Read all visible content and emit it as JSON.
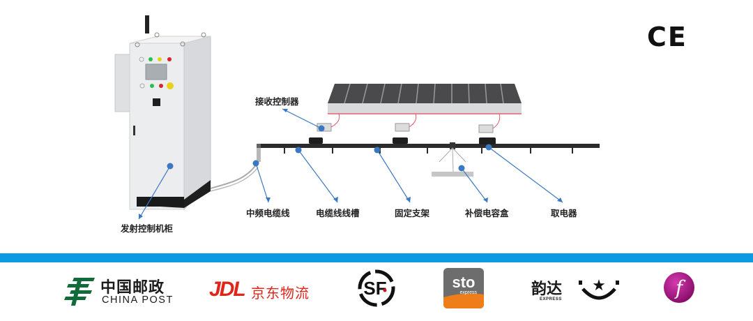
{
  "certification": {
    "mark": "CE"
  },
  "diagram": {
    "title_description": "Wireless power transmission system for sorting conveyor",
    "labels": {
      "transmitter_cabinet": "发射控制机柜",
      "receiver_controller": "接收控制器",
      "mf_cable": "中频电缆线",
      "cable_trough": "电缆线线槽",
      "fixed_bracket": "固定支架",
      "compensation_box": "补偿电容盒",
      "power_pickup": "取电器"
    },
    "colors": {
      "pointer": "#3b78c2",
      "cabinet": "#e9eaec",
      "rail": "#2a2a2a",
      "tray": "#4a4a4c"
    }
  },
  "divider": {
    "color": "#0a9be0"
  },
  "logos": {
    "china_post": {
      "cn": "中国邮政",
      "en": "CHINA POST",
      "color": "#0f6b3a"
    },
    "jdl": {
      "mark": "JDL",
      "cn": "京东物流",
      "color": "#e1251b"
    },
    "sf": {
      "mark": "SF",
      "color": "#111111",
      "dot": "#d0102a"
    },
    "sto": {
      "mark": "sto",
      "sub": "express",
      "grey": "#6d6d6d",
      "orange": "#ef7d1a"
    },
    "yunda": {
      "cn": "韵达",
      "en": "EXPRESS"
    },
    "fast": {
      "mark": "f",
      "color": "#a4127e"
    }
  }
}
